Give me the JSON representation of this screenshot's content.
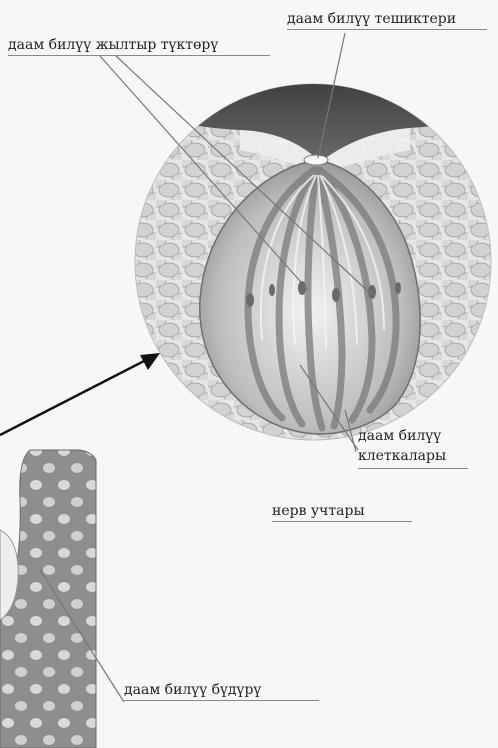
{
  "labels": {
    "taste_pore": "даам билүү тешиктери",
    "taste_hairs": "даам билүү жылтыр түктөрү",
    "taste_cells_line1": "даам билүү",
    "taste_cells_line2": "клеткалары",
    "nerve_endings": "нерв учтары",
    "taste_papilla": "даам билүү бүдүрү"
  },
  "colors": {
    "background": "#f7f7f5",
    "circle_fill": "#e4e4e2",
    "dark_cap": "#4a4a4a",
    "bud_body": "#bcbcbc",
    "leader_line": "#777777",
    "arrow": "#111111"
  }
}
